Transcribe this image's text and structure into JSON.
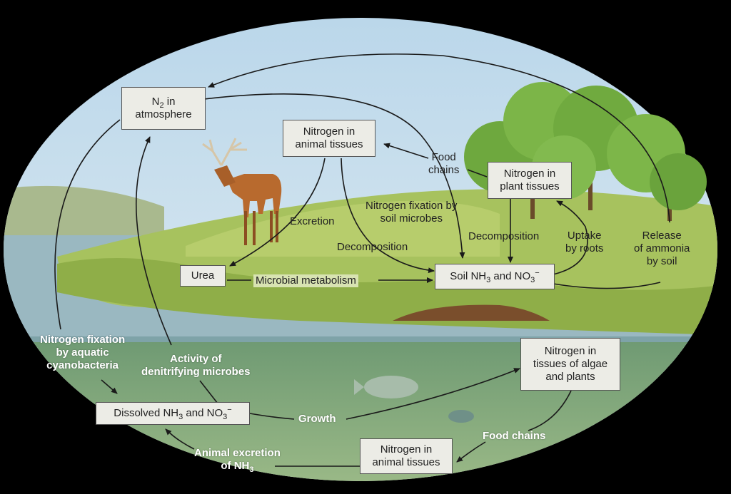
{
  "boxes": {
    "n2_atmosphere": {
      "line1_pre": "N",
      "line1_sub": "2",
      "line1_post": " in",
      "line2": "atmosphere"
    },
    "animal_tissues_land": {
      "line1": "Nitrogen in",
      "line2": "animal tissues"
    },
    "plant_tissues": {
      "line1": "Nitrogen in",
      "line2": "plant tissues"
    },
    "urea": {
      "text": "Urea"
    },
    "soil": {
      "pre": "Soil NH",
      "sub": "3",
      "mid": " and NO",
      "sub2": "3",
      "sup": "−"
    },
    "algae": {
      "line1": "Nitrogen in",
      "line2": "tissues of algae",
      "line3": "and plants"
    },
    "dissolved": {
      "pre": "Dissolved NH",
      "sub": "3",
      "mid": " and NO",
      "sub2": "3",
      "sup": "−"
    },
    "animal_tissues_water": {
      "line1": "Nitrogen in",
      "line2": "animal tissues"
    }
  },
  "labels": {
    "food_chains_land": {
      "line1": "Food",
      "line2": "chains"
    },
    "excretion": "Excretion",
    "fixation_soil": {
      "line1": "Nitrogen fixation by",
      "line2": "soil microbes"
    },
    "decomposition_1": "Decomposition",
    "decomposition_2": "Decomposition",
    "uptake": {
      "line1": "Uptake",
      "line2": "by roots"
    },
    "release": {
      "line1": "Release",
      "line2": "of ammonia",
      "line3": "by soil"
    },
    "microbial": "Microbial metabolism",
    "fixation_aquatic": {
      "line1": "Nitrogen fixation",
      "line2": "by aquatic",
      "line3": "cyanobacteria"
    },
    "denitrifying": {
      "line1": "Activity of",
      "line2": "denitrifying microbes"
    },
    "growth": "Growth",
    "food_chains_water": "Food chains",
    "animal_excretion": {
      "line1": "Animal excretion",
      "line2_pre": "of NH",
      "line2_sub": "3"
    }
  }
}
